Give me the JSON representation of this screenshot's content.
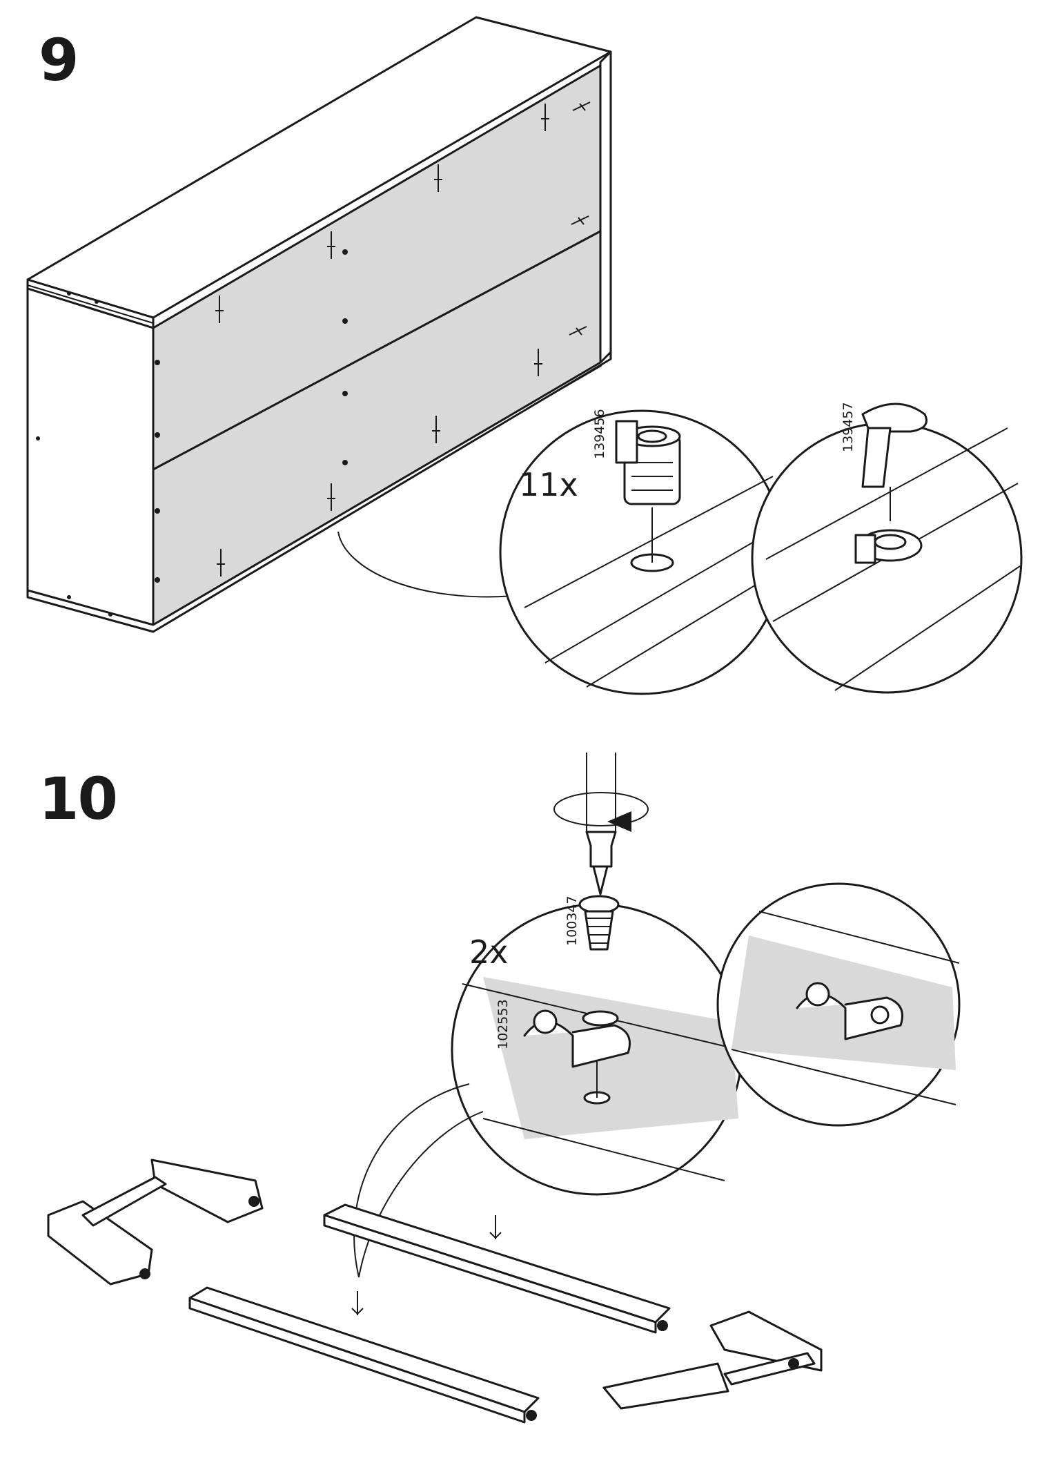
{
  "steps": [
    {
      "number": "9",
      "quantity": "11x",
      "parts": [
        {
          "id": "139456",
          "icon": "cam-lock-housing-icon"
        },
        {
          "id": "139457",
          "icon": "cam-lock-cap-icon"
        }
      ]
    },
    {
      "number": "10",
      "quantity": "2x",
      "parts": [
        {
          "id": "100347",
          "icon": "screw-icon"
        },
        {
          "id": "102553",
          "icon": "bracket-icon"
        }
      ],
      "tool": "screwdriver-icon",
      "action": "rotate-clockwise-icon"
    }
  ],
  "colors": {
    "line": "#1a1a1a",
    "panel_fill": "#d9d9d9",
    "background": "#ffffff"
  }
}
